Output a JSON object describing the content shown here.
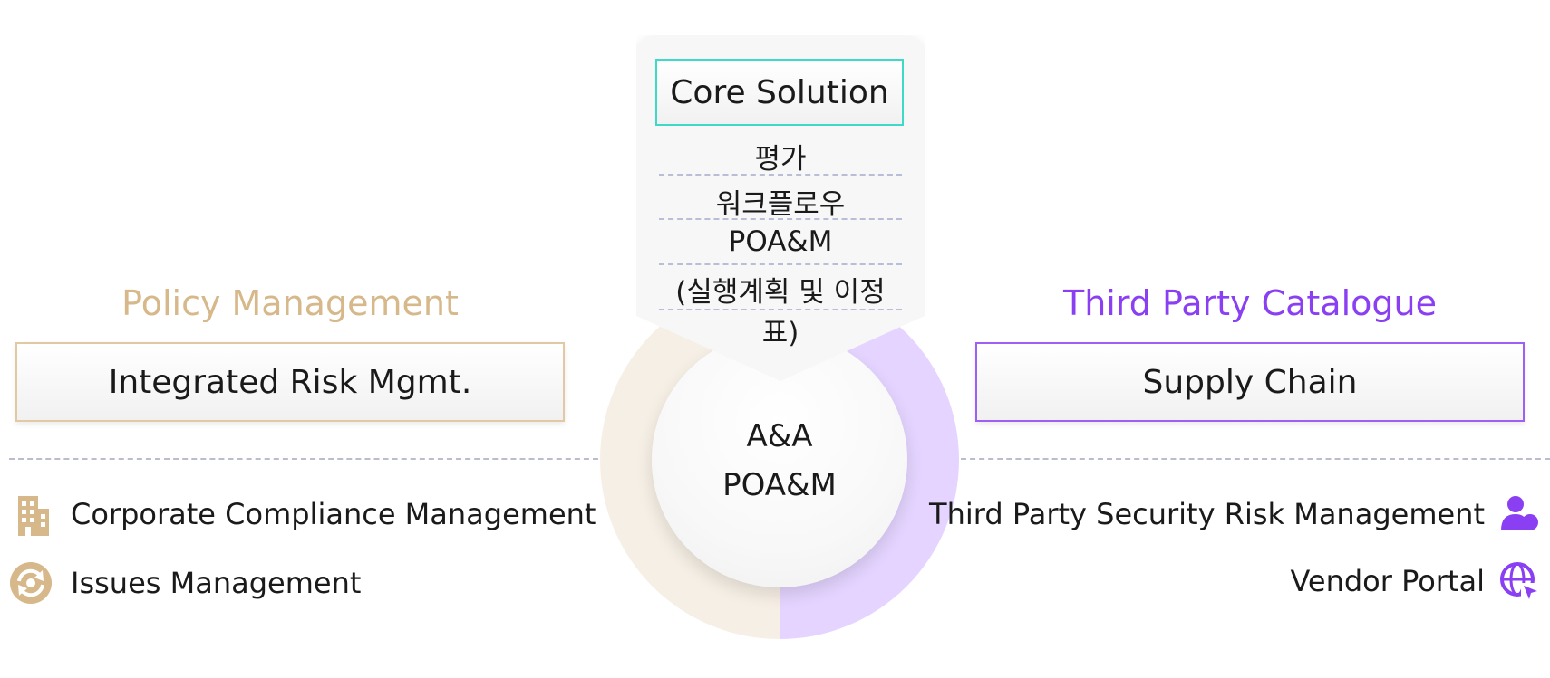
{
  "left": {
    "heading": "Policy Management",
    "box": "Integrated Risk Mgmt.",
    "features": [
      {
        "label": "Corporate Compliance Management",
        "icon": "building-icon"
      },
      {
        "label": "Issues Management",
        "icon": "cycle-icon"
      }
    ]
  },
  "right": {
    "heading": "Third Party Catalogue",
    "box": "Supply Chain",
    "features": [
      {
        "label": "Third Party Security Risk Management",
        "icon": "users-icon"
      },
      {
        "label": "Vendor Portal",
        "icon": "globe-cursor-icon"
      }
    ]
  },
  "core": {
    "title": "Core Solution",
    "items": [
      "평가",
      "워크플로우",
      "POA&M",
      "(실행계획 및 이정표)"
    ]
  },
  "center": {
    "lines": [
      "A&A",
      "POA&M"
    ]
  },
  "colors": {
    "gold": "#d6b88a",
    "purple": "#8a3ff3",
    "teal": "#3fd9c7",
    "ring_purple": "#e4d4ff",
    "ring_beige": "#f6efe5"
  }
}
